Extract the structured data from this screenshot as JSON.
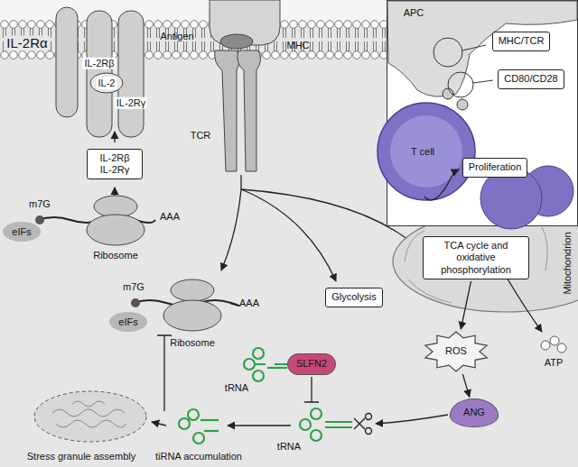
{
  "diagram": {
    "nodes": [
      {
        "text": [
          "MHC/TCR"
        ]
      },
      {
        "text": [
          "CD80/CD28"
        ]
      },
      {
        "text": [
          "Proliferation"
        ]
      },
      {
        "text": [
          "IL-2Rβ IL-2Rγ"
        ]
      },
      {
        "text": [
          "Glycolysis"
        ]
      },
      {
        "text": [
          "TCA cycle and oxidative phosphorylation"
        ]
      },
      {
        "text": [
          "ROS"
        ]
      },
      {
        "text": [
          "SLFN2"
        ]
      },
      {
        "text": [
          "ANG"
        ]
      }
    ],
    "edges": [
      {
        "from": 5,
        "to": 6,
        "arrow": "to"
      },
      {
        "from": 6,
        "to": 8,
        "arrow": "to"
      }
    ],
    "labels": [
      "IL-2Rα",
      "IL-2Rβ",
      "IL-2",
      "IL-2Rγ",
      "Antigen",
      "MHC",
      "TCR",
      "APC",
      "T cell",
      "m7G",
      "eIFs",
      "Ribosome",
      "AAA",
      "m7G",
      "eIFs",
      "Ribosome",
      "AAA",
      "Mitochondrion",
      "ATP",
      "tRNA",
      "tRNA",
      "tiRNA accumulation",
      "Stress granule assembly"
    ]
  }
}
